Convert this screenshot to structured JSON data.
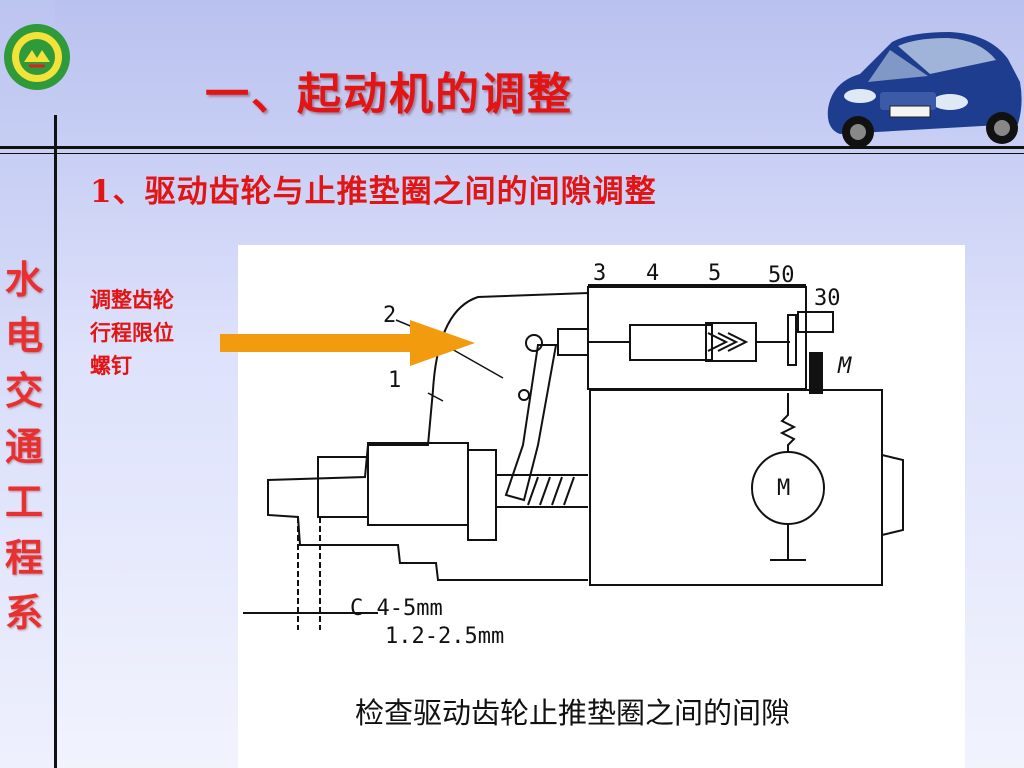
{
  "slide": {
    "title": "一、起动机的调整",
    "subtitle": "1、驱动齿轮与止推垫圈之间的间隙调整",
    "side_text": [
      "水",
      "电",
      "交",
      "通",
      "工",
      "程",
      "系"
    ],
    "callout_lines": [
      "调整齿轮",
      "行程限位",
      "螺钉"
    ]
  },
  "diagram": {
    "part_labels": {
      "p1": "1",
      "p2": "2",
      "p3": "3",
      "p4": "4",
      "p5": "5",
      "t50": "50",
      "t30": "30",
      "tM": "M",
      "motor": "M"
    },
    "dimension_labels": {
      "line1": "C 4-5mm",
      "line2": "1.2-2.5mm"
    },
    "caption": "检查驱动齿轮止推垫圈之间的间隙"
  },
  "colors": {
    "title_red": "#e21414",
    "arrow_orange": "#f39b0e",
    "background": "#d4d9f7"
  }
}
